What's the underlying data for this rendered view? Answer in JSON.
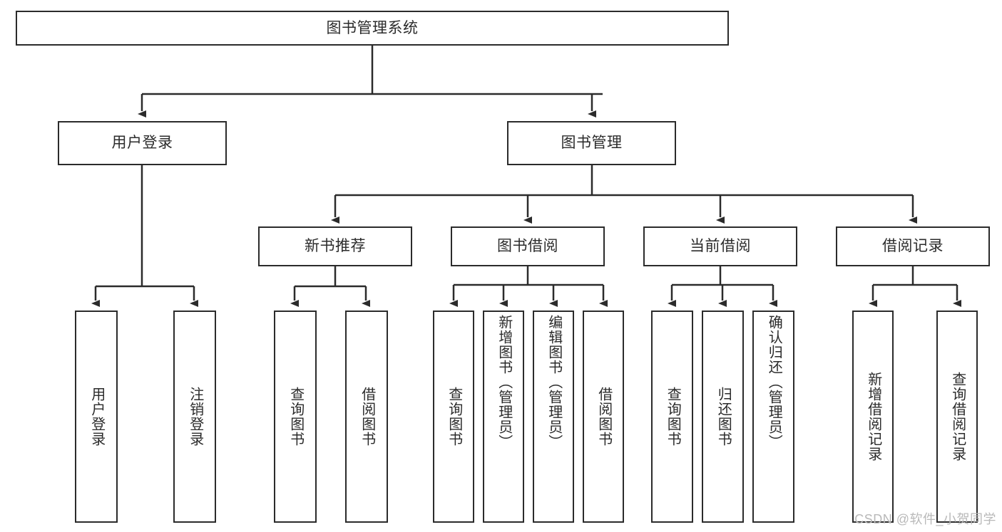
{
  "diagram": {
    "type": "tree-hierarchy",
    "title": "图书管理系统",
    "watermark": "CSDN @软件_小贺同学",
    "colors": {
      "stroke": "#2b2b2b",
      "fill": "#ffffff",
      "text": "#2b2b2b",
      "watermark": "#b9b9b9"
    },
    "levels": [
      {
        "level": 1,
        "nodes": [
          {
            "id": "root",
            "label": "图书管理系统",
            "orientation": "horizontal"
          }
        ]
      },
      {
        "level": 2,
        "nodes": [
          {
            "id": "user-login",
            "label": "用户登录",
            "orientation": "horizontal",
            "parent": "root"
          },
          {
            "id": "book-admin",
            "label": "图书管理",
            "orientation": "horizontal",
            "parent": "root"
          }
        ]
      },
      {
        "level": 3,
        "nodes": [
          {
            "id": "new-book-rec",
            "label": "新书推荐",
            "orientation": "horizontal",
            "parent": "book-admin"
          },
          {
            "id": "book-borrow",
            "label": "图书借阅",
            "orientation": "horizontal",
            "parent": "book-admin"
          },
          {
            "id": "current-borrow",
            "label": "当前借阅",
            "orientation": "horizontal",
            "parent": "book-admin"
          },
          {
            "id": "borrow-record",
            "label": "借阅记录",
            "orientation": "horizontal",
            "parent": "book-admin"
          }
        ]
      },
      {
        "level": 4,
        "nodes": [
          {
            "id": "leaf-user-login",
            "label": "用户登录",
            "orientation": "vertical",
            "parent": "user-login"
          },
          {
            "id": "leaf-logout-login",
            "label": "注销登录",
            "orientation": "vertical",
            "parent": "user-login"
          },
          {
            "id": "leaf-query-book-1",
            "label": "查询图书",
            "orientation": "vertical",
            "parent": "new-book-rec"
          },
          {
            "id": "leaf-borrow-book-1",
            "label": "借阅图书",
            "orientation": "vertical",
            "parent": "new-book-rec"
          },
          {
            "id": "leaf-query-book-2",
            "label": "查询图书",
            "orientation": "vertical",
            "parent": "book-borrow"
          },
          {
            "id": "leaf-add-book",
            "label": "新增图书（管理员）",
            "orientation": "vertical",
            "parent": "book-borrow"
          },
          {
            "id": "leaf-edit-book",
            "label": "编辑图书（管理员）",
            "orientation": "vertical",
            "parent": "book-borrow"
          },
          {
            "id": "leaf-borrow-book-2",
            "label": "借阅图书",
            "orientation": "vertical",
            "parent": "book-borrow"
          },
          {
            "id": "leaf-query-book-3",
            "label": "查询图书",
            "orientation": "vertical",
            "parent": "current-borrow"
          },
          {
            "id": "leaf-return-book",
            "label": "归还图书",
            "orientation": "vertical",
            "parent": "current-borrow"
          },
          {
            "id": "leaf-confirm-return",
            "label": "确认归还（管理员）",
            "orientation": "vertical",
            "parent": "current-borrow"
          },
          {
            "id": "leaf-add-record",
            "label": "新增借阅记录",
            "orientation": "vertical",
            "parent": "borrow-record"
          },
          {
            "id": "leaf-query-record",
            "label": "查询借阅记录",
            "orientation": "vertical",
            "parent": "borrow-record"
          }
        ]
      }
    ]
  }
}
